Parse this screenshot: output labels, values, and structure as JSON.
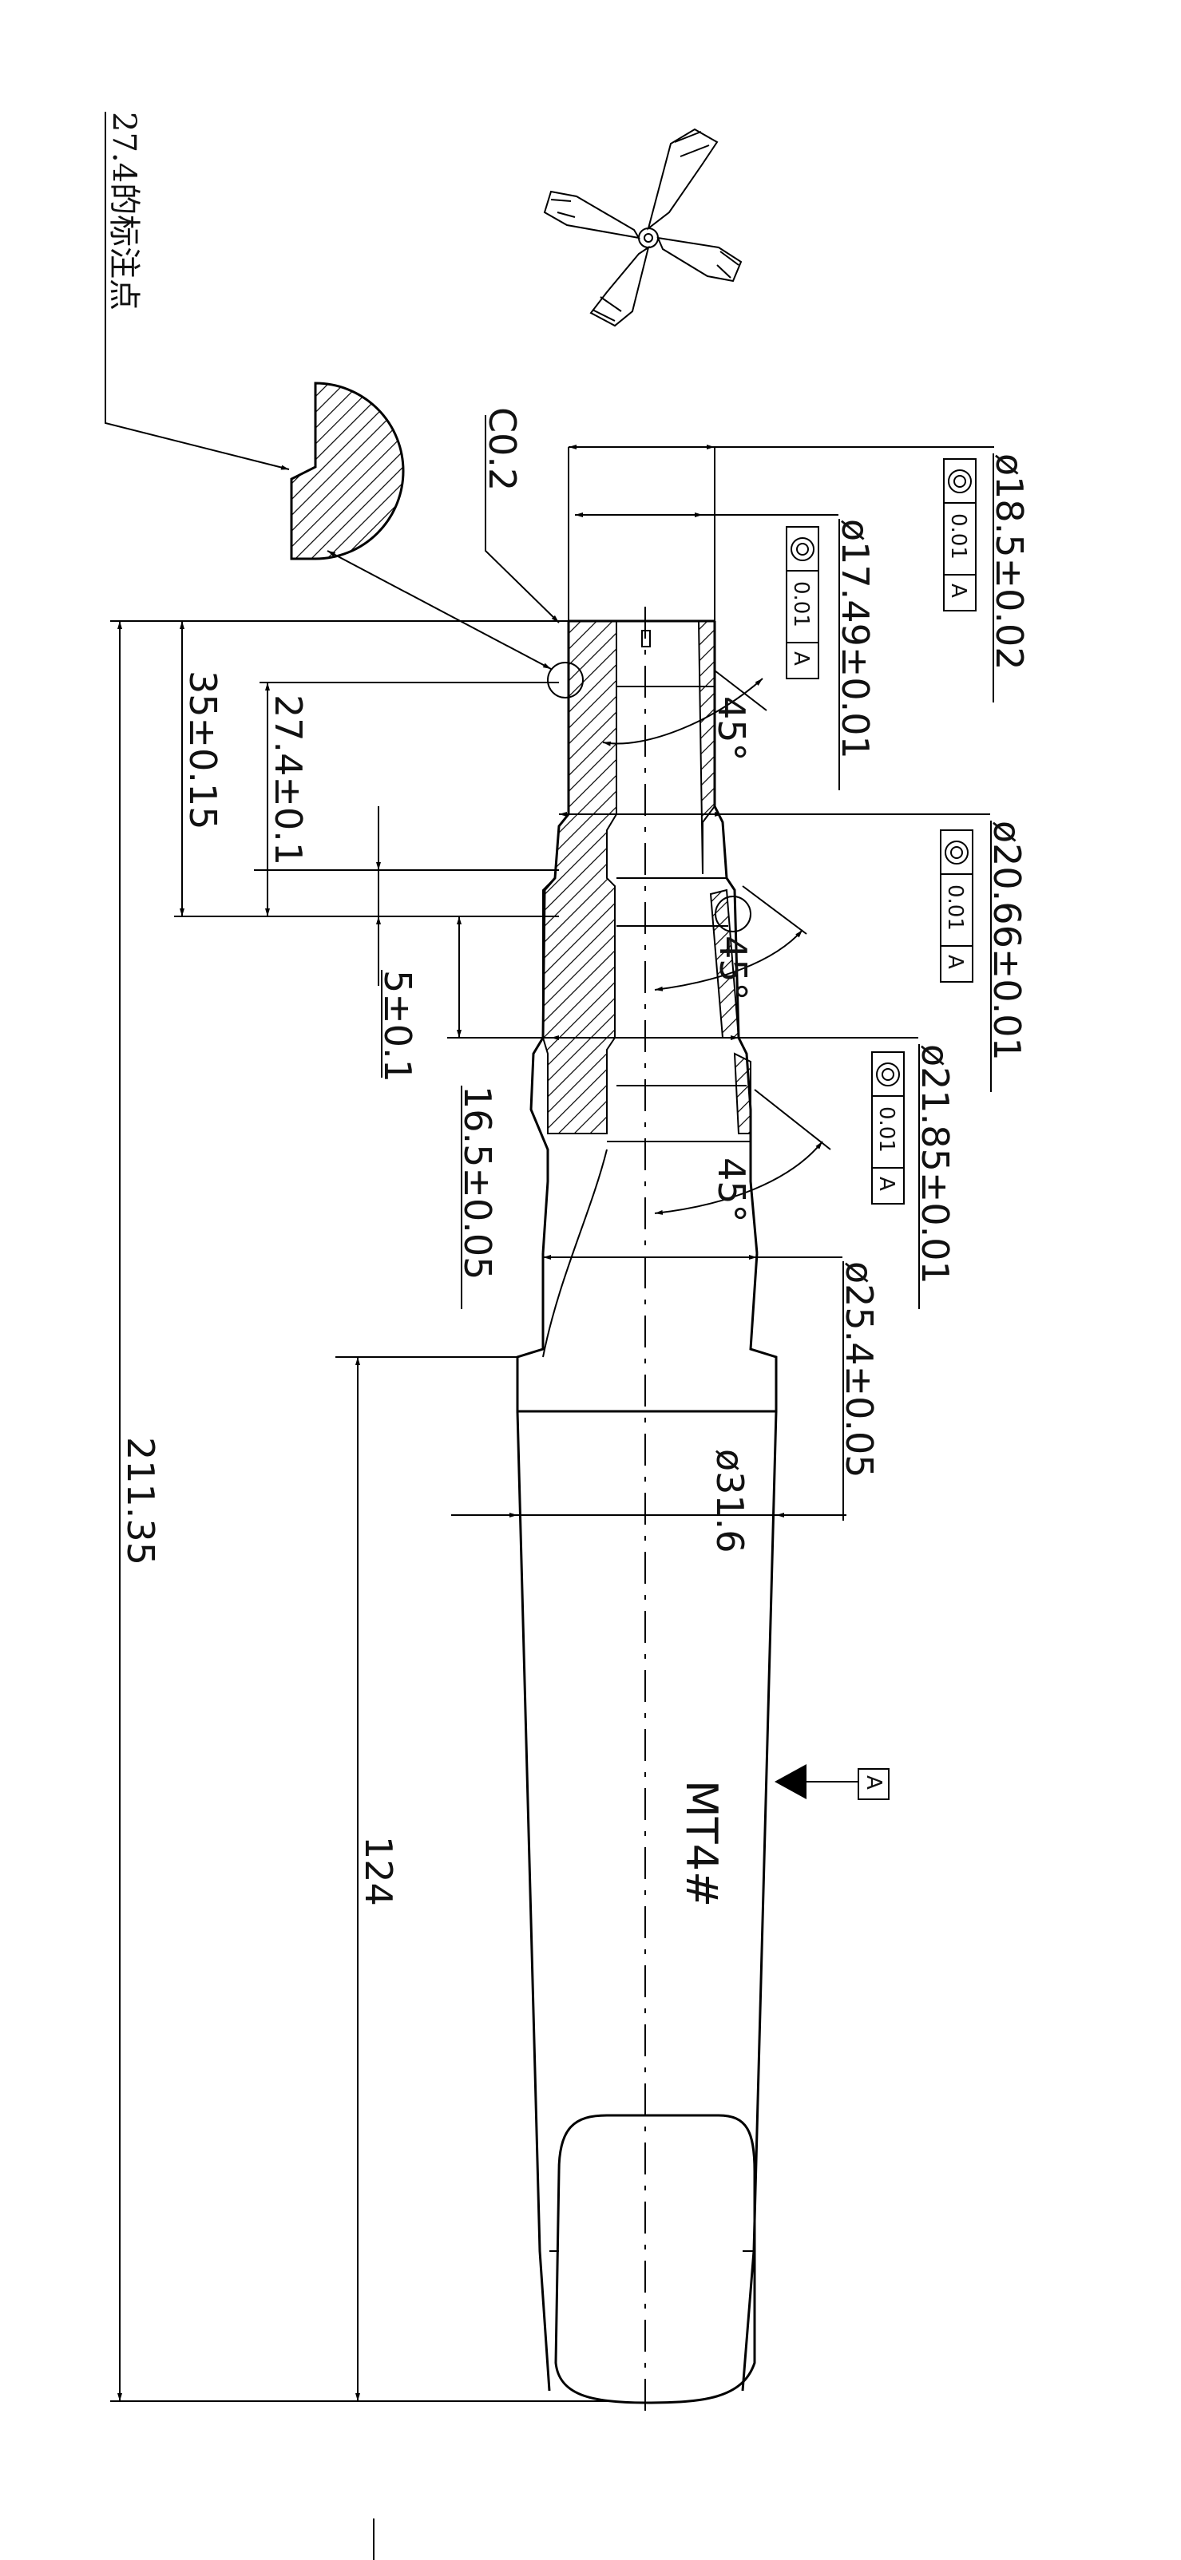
{
  "annotation": {
    "text": "27.4的标注点"
  },
  "chamfer": "C0.2",
  "tolerances": {
    "d18_5": "ø18.5±0.02",
    "d17_49": "ø17.49±0.01",
    "d20_66": "ø20.66±0.01",
    "d21_85": "ø21.85±0.01",
    "d25_4": "ø25.4±0.05",
    "d31_6": "ø31.6",
    "len_35": "35±0.15",
    "len_27_4": "27.4±0.1",
    "len_5": "5±0.1",
    "len_16_5": "16.5±0.05",
    "len_211_35": "211.35",
    "len_124": "124"
  },
  "angles": {
    "a1": "45°",
    "a2": "45°",
    "a3": "45°"
  },
  "gdt": {
    "value": "0.01",
    "datum": "A"
  },
  "taper": "MT4#"
}
